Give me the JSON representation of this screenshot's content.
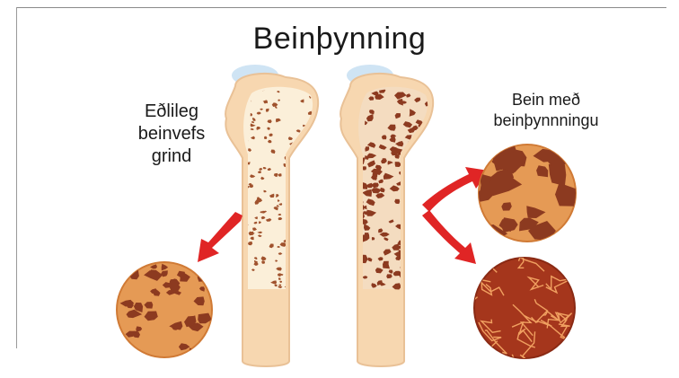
{
  "title": "Beinþynning",
  "normal_label": [
    "Eðlileg",
    "beinvefs",
    "grind"
  ],
  "osteoporosis_label": [
    "Bein með",
    "beinþynnningu"
  ],
  "colors": {
    "bone": "#f7d7b0",
    "bone_edge": "#e9c196",
    "spongy": "#fbefd9",
    "pore": "#8c3a20",
    "cartilage": "#cfe4f4",
    "arrow": "#e02525",
    "circle_fill": "#e59a55",
    "circle_dark": "#a5361c"
  },
  "icons": [
    "red-arrow-icon",
    "magnified-bone-circle-icon"
  ]
}
